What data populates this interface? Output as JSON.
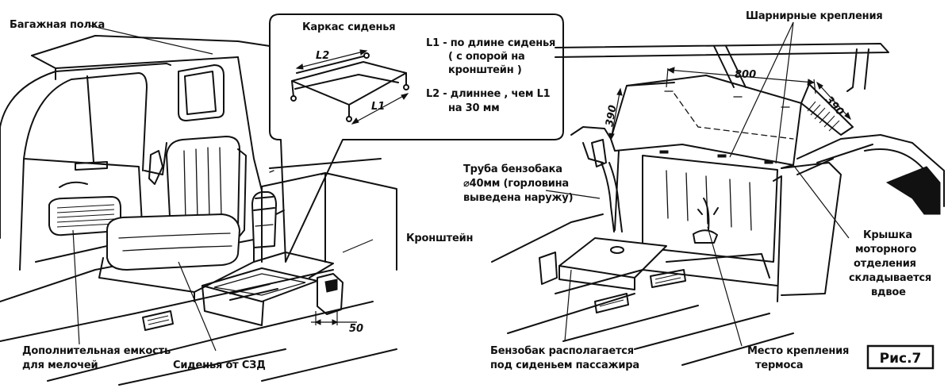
{
  "labels": {
    "luggage_shelf": "Багажная полка",
    "seat_frame_title": "Каркас сиденья",
    "l1_line1": "L1 - по длине сиденья",
    "l1_line2": "( с опорой на",
    "l1_line3": "кронштейн )",
    "l2_line1": "L2 - длиннее , чем  L1",
    "l2_line2": "на 30 мм",
    "l2_mark": "L2",
    "l1_mark": "L1",
    "bracket": "Кронштейн",
    "extra_box_line1": "Дополнительная емкость",
    "extra_box_line2": "для мелочей",
    "seats": "Сиденья от СЗД",
    "hinges": "Шарнирные крепления",
    "fuel_pipe_line1": "Труба бензобака",
    "fuel_pipe_line2": "⌀40мм (горловина",
    "fuel_pipe_line3": "выведена наружу)",
    "engine_cover_line1": "Крышка",
    "engine_cover_line2": "моторного",
    "engine_cover_line3": "отделения",
    "engine_cover_line4": "складывается",
    "engine_cover_line5": "вдвое",
    "fuel_tank_line1": "Бензобак располагается",
    "fuel_tank_line2": "под сиденьем пассажира",
    "thermos_line1": "Место крепления",
    "thermos_line2": "термоса",
    "figure": "Рис.7"
  },
  "dimensions": {
    "gap": "50",
    "width": "800",
    "height_left": "390",
    "height_right": "390"
  }
}
